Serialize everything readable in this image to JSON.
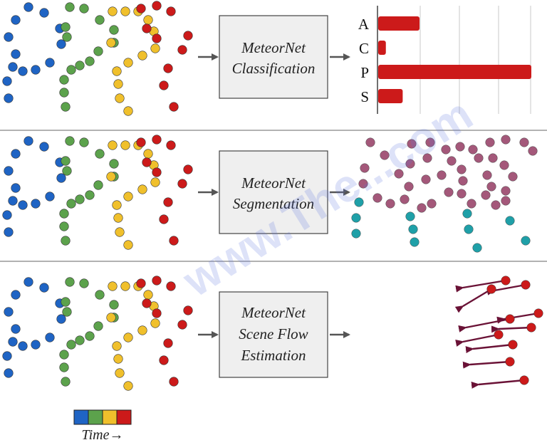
{
  "rows": [
    {
      "model": "MeteorNet",
      "task": "Classification"
    },
    {
      "model": "MeteorNet",
      "task": "Segmentation"
    },
    {
      "model": "MeteorNet",
      "task": "Scene Flow",
      "task2": "Estimation"
    }
  ],
  "classification": {
    "categories": [
      "A",
      "C",
      "P",
      "S"
    ],
    "values": [
      0.27,
      0.05,
      1.0,
      0.16
    ],
    "bar_color": "#cc1a1a"
  },
  "time_colors": [
    "#1f64c4",
    "#5ca24c",
    "#f0c02c",
    "#cc1a1a"
  ],
  "segmentation_colors": {
    "upper": "#a4587a",
    "lower": "#1fa0a8"
  },
  "flow_color": "#6a1236",
  "legend": {
    "label": "Time→"
  },
  "watermark": "www.The...com"
}
